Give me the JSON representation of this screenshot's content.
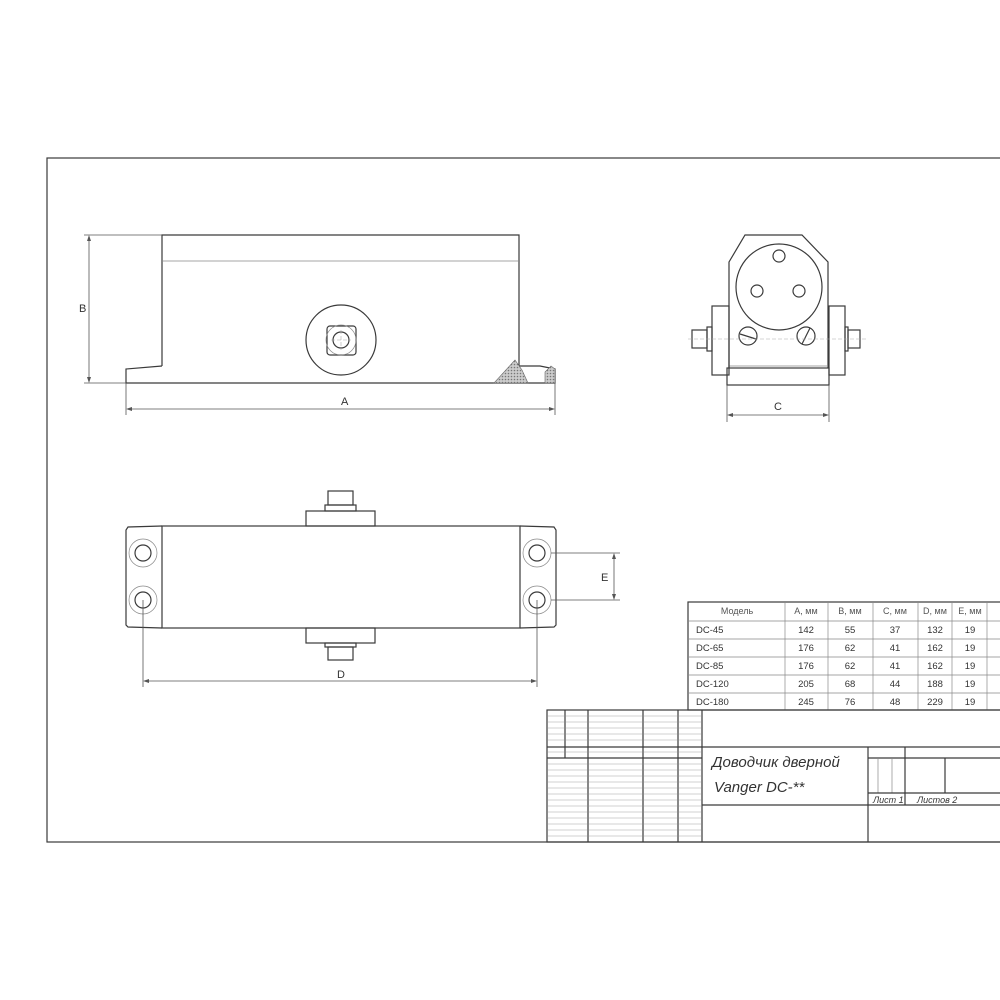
{
  "dimension_labels": {
    "a": "A",
    "b": "B",
    "c": "C",
    "d": "D",
    "e": "E"
  },
  "table": {
    "headers": [
      "Модель",
      "A, мм",
      "B, мм",
      "C, мм",
      "D, мм",
      "E, мм"
    ],
    "rows": [
      [
        "DC-45",
        "142",
        "55",
        "37",
        "132",
        "19"
      ],
      [
        "DC-65",
        "176",
        "62",
        "41",
        "162",
        "19"
      ],
      [
        "DC-85",
        "176",
        "62",
        "41",
        "162",
        "19"
      ],
      [
        "DC-120",
        "205",
        "68",
        "44",
        "188",
        "19"
      ],
      [
        "DC-180",
        "245",
        "76",
        "48",
        "229",
        "19"
      ]
    ]
  },
  "title_block": {
    "title_line1": "Доводчик дверной",
    "title_line2": "Vanger DC-**",
    "sheet": "Лист 1",
    "sheets_total": "Листов 2"
  },
  "colors": {
    "line": "#3a3a3a",
    "hatch": "#999999"
  }
}
